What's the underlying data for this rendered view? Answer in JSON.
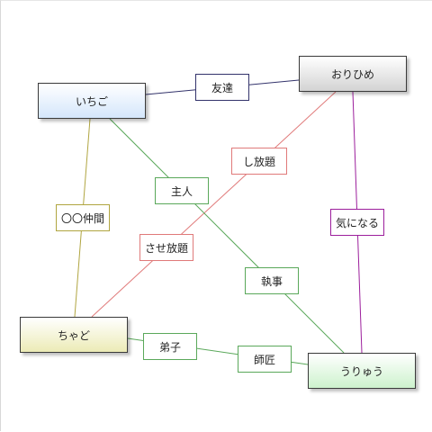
{
  "nodes": {
    "ichigo": {
      "label": "いちご"
    },
    "orihime": {
      "label": "おりひめ"
    },
    "chad": {
      "label": "ちゃど"
    },
    "uryu": {
      "label": "うりゅう"
    }
  },
  "edges": [
    {
      "from": "ichigo",
      "to": "orihime",
      "label": "友達",
      "color": "#33336b"
    },
    {
      "from": "orihime",
      "to": "chad",
      "label": "し放題",
      "color": "#e07a7a",
      "mid_label": "させ放題"
    },
    {
      "from": "ichigo",
      "to": "uryu",
      "label": "主人",
      "color": "#5aa85a",
      "mid_label": "執事"
    },
    {
      "from": "ichigo",
      "to": "chad",
      "label": "〇〇仲間",
      "color": "#b0a540"
    },
    {
      "from": "orihime",
      "to": "uryu",
      "label": "気になる",
      "color": "#9c1f9c"
    },
    {
      "from": "chad",
      "to": "uryu",
      "label": "弟子",
      "color": "#5aa85a",
      "mid_label": "師匠"
    }
  ],
  "colors": {
    "friend": "#33336b",
    "red": "#e07a7a",
    "green": "#5aa85a",
    "olive": "#b0a540",
    "purple": "#9c1f9c"
  }
}
